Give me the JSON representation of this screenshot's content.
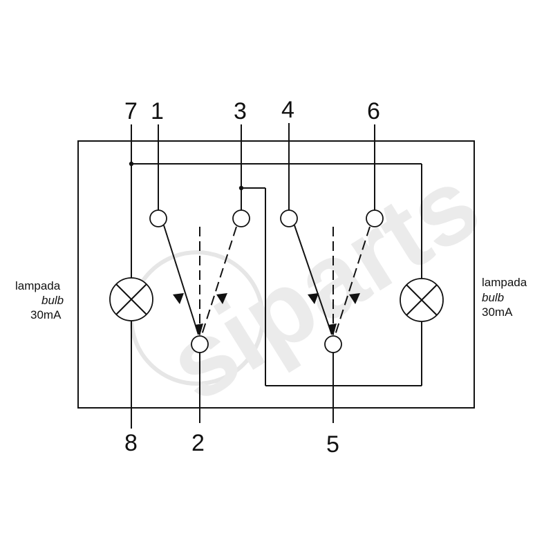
{
  "pins": {
    "p7": "7",
    "p1": "1",
    "p3": "3",
    "p4": "4",
    "p6": "6",
    "p8": "8",
    "p2": "2",
    "p5": "5"
  },
  "left_bulb": {
    "line1": "lampada",
    "line2": "bulb",
    "line3": "30mA"
  },
  "right_bulb": {
    "line1": "lampada",
    "line2": "bulb",
    "line3": "30mA"
  },
  "watermark": "siparts",
  "colors": {
    "line": "#111111",
    "watermark": "#e8e8e8"
  }
}
